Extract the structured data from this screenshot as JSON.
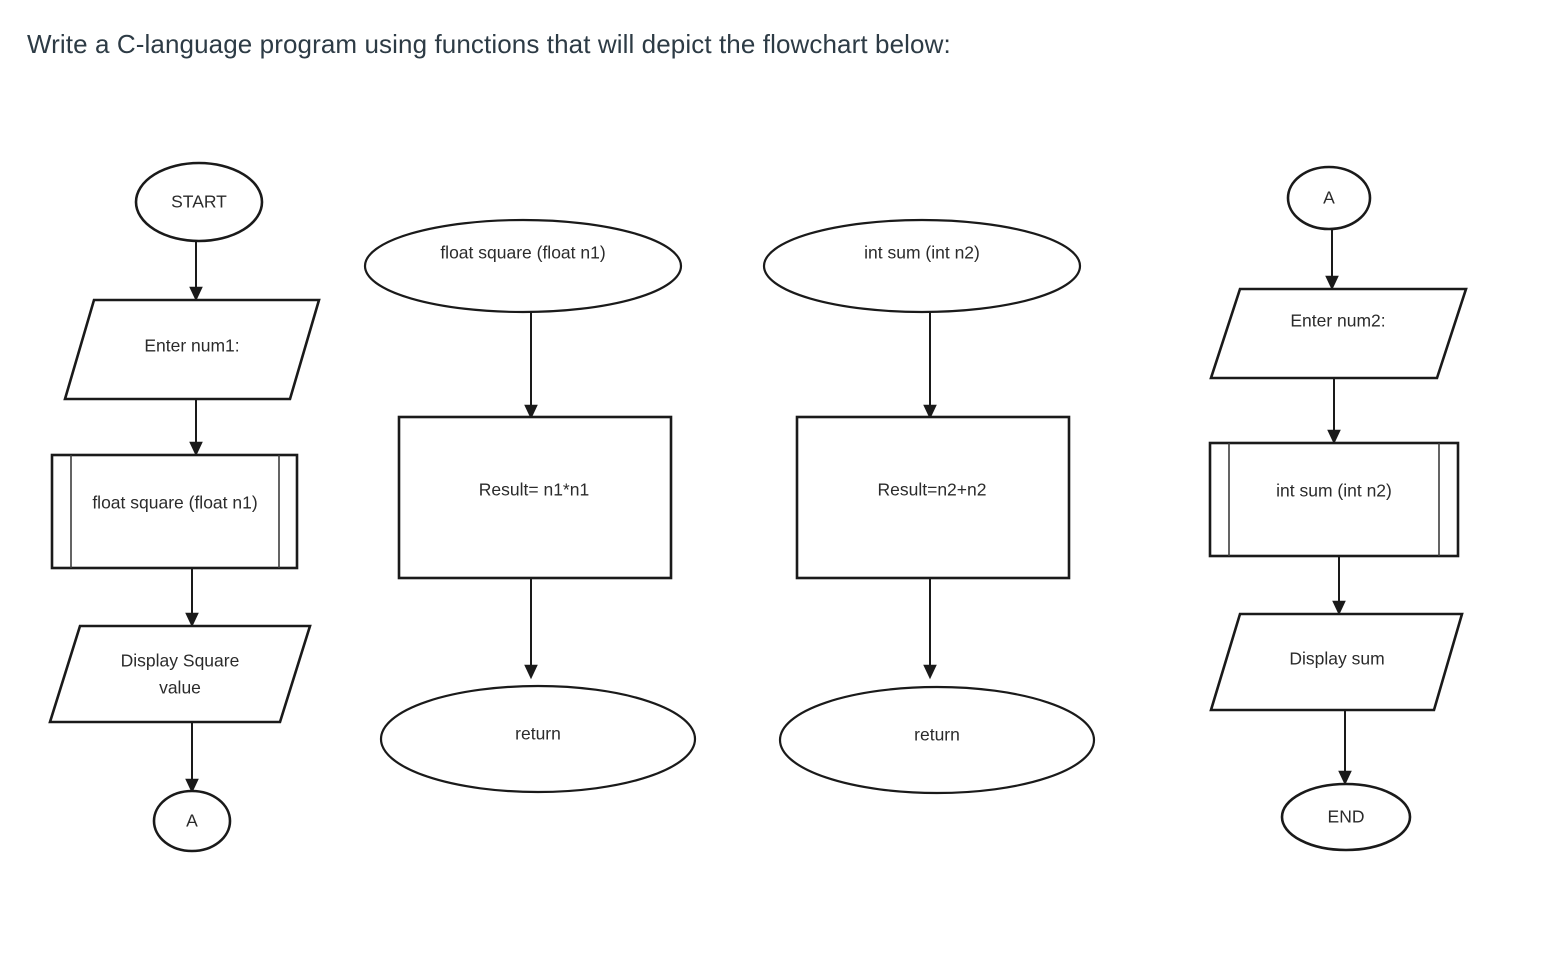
{
  "page": {
    "background_color": "#ffffff",
    "prompt": "Write a C-language program using functions that will depict the flowchart below:",
    "prompt_color": "#2d3b45"
  },
  "chart_data": {
    "type": "diagram",
    "diagram_kind": "flowchart",
    "title": "Write a C-language program using functions that will depict the flowchart below:",
    "stroke_color": "#1a1a1a",
    "fill_color": "#ffffff",
    "text_color": "#2b2b2b",
    "columns": [
      {
        "id": "main",
        "name": "main-flow",
        "nodes": [
          {
            "id": "start",
            "shape": "terminator",
            "label": "START"
          },
          {
            "id": "enter-num1",
            "shape": "input-output",
            "label": "Enter num1:"
          },
          {
            "id": "call-square",
            "shape": "predefined-process",
            "label": "float square (float n1)"
          },
          {
            "id": "display-sq",
            "shape": "input-output",
            "label_line1": "Display Square",
            "label_line2": "value",
            "label": "Display Square value"
          },
          {
            "id": "conn-a-out",
            "shape": "connector",
            "label": "A"
          }
        ],
        "edges": [
          {
            "from": "start",
            "to": "enter-num1"
          },
          {
            "from": "enter-num1",
            "to": "call-square"
          },
          {
            "from": "call-square",
            "to": "display-sq"
          },
          {
            "from": "display-sq",
            "to": "conn-a-out"
          }
        ]
      },
      {
        "id": "square-func",
        "name": "square-function",
        "nodes": [
          {
            "id": "sq-header",
            "shape": "terminator",
            "label": "float square (float n1)"
          },
          {
            "id": "sq-body",
            "shape": "process",
            "label": "Result= n1*n1"
          },
          {
            "id": "sq-return",
            "shape": "terminator",
            "label": "return"
          }
        ],
        "edges": [
          {
            "from": "sq-header",
            "to": "sq-body"
          },
          {
            "from": "sq-body",
            "to": "sq-return"
          }
        ]
      },
      {
        "id": "sum-func",
        "name": "sum-function",
        "nodes": [
          {
            "id": "sum-header",
            "shape": "terminator",
            "label": "int sum (int n2)"
          },
          {
            "id": "sum-body",
            "shape": "process",
            "label": "Result=n2+n2"
          },
          {
            "id": "sum-return",
            "shape": "terminator",
            "label": "return"
          }
        ],
        "edges": [
          {
            "from": "sum-header",
            "to": "sum-body"
          },
          {
            "from": "sum-body",
            "to": "sum-return"
          }
        ]
      },
      {
        "id": "continued",
        "name": "main-flow-continued",
        "nodes": [
          {
            "id": "conn-a-in",
            "shape": "connector",
            "label": "A"
          },
          {
            "id": "enter-num2",
            "shape": "input-output",
            "label": "Enter num2:"
          },
          {
            "id": "call-sum",
            "shape": "predefined-process",
            "label": "int sum (int n2)"
          },
          {
            "id": "display-sum",
            "shape": "input-output",
            "label": "Display sum"
          },
          {
            "id": "end",
            "shape": "terminator",
            "label": "END"
          }
        ],
        "edges": [
          {
            "from": "conn-a-in",
            "to": "enter-num2"
          },
          {
            "from": "enter-num2",
            "to": "call-sum"
          },
          {
            "from": "call-sum",
            "to": "display-sum"
          },
          {
            "from": "display-sum",
            "to": "end"
          }
        ]
      }
    ]
  }
}
